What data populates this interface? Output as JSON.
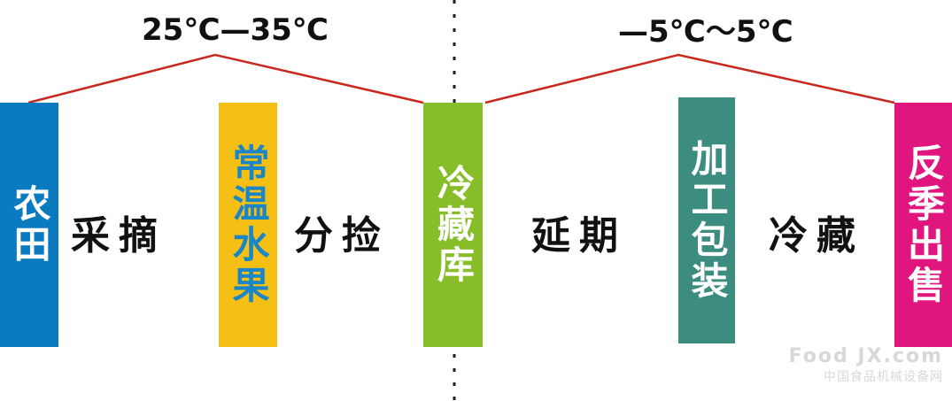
{
  "temperatures": {
    "left": "25℃—35℃",
    "right": "—5℃～5℃"
  },
  "stages": {
    "farm": "农田",
    "room_temp_fruit": "常温水果",
    "cold_storage_warehouse": "冷藏库",
    "processing_packaging": "加工包装",
    "off_season_sale": "反季出售"
  },
  "steps": {
    "picking": "采摘",
    "sorting": "分捡",
    "extension": "延期",
    "refrigeration": "冷藏"
  },
  "watermark": {
    "main": "Food JX.com",
    "sub": "中国食品机械设备网"
  },
  "colors": {
    "farm": "#0a7bc1",
    "room_temp_fruit": "#f6bf14",
    "cold_storage_warehouse": "#86bd28",
    "processing_packaging": "#3c8c7f",
    "off_season_sale": "#e0167e",
    "line": "#c8281e",
    "divider": "#222222"
  }
}
